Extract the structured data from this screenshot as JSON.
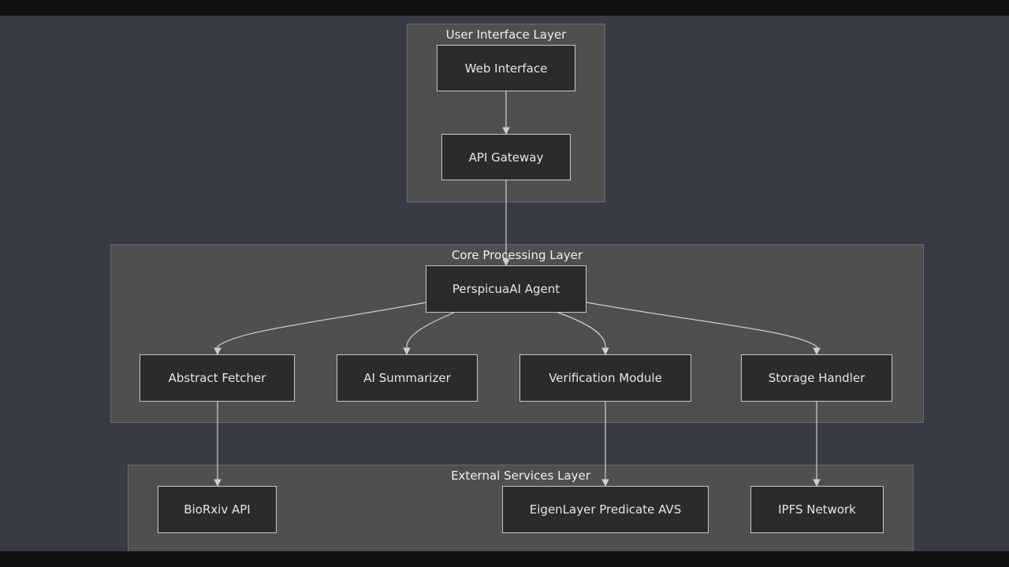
{
  "diagram": {
    "layers": {
      "ui": {
        "title": "User Interface Layer"
      },
      "core": {
        "title": "Core Processing Layer"
      },
      "external": {
        "title": "External Services Layer"
      }
    },
    "nodes": {
      "web_interface": "Web Interface",
      "api_gateway": "API Gateway",
      "agent": "PerspicuaAI Agent",
      "abstract_fetcher": "Abstract Fetcher",
      "ai_summarizer": "AI Summarizer",
      "verification_module": "Verification Module",
      "storage_handler": "Storage Handler",
      "biorxiv_api": "BioRxiv API",
      "eigenlayer_avs": "EigenLayer Predicate AVS",
      "ipfs_network": "IPFS Network"
    },
    "edges": [
      {
        "from": "web_interface",
        "to": "api_gateway"
      },
      {
        "from": "api_gateway",
        "to": "agent"
      },
      {
        "from": "agent",
        "to": "abstract_fetcher"
      },
      {
        "from": "agent",
        "to": "ai_summarizer"
      },
      {
        "from": "agent",
        "to": "verification_module"
      },
      {
        "from": "agent",
        "to": "storage_handler"
      },
      {
        "from": "abstract_fetcher",
        "to": "biorxiv_api"
      },
      {
        "from": "verification_module",
        "to": "eigenlayer_avs"
      },
      {
        "from": "storage_handler",
        "to": "ipfs_network"
      }
    ],
    "colors": {
      "background": "#383a46",
      "layer_fill": "#4f4f4f",
      "node_fill": "#2b2b2b",
      "node_border": "#c8c8c8",
      "edge": "#cfcfcf",
      "text": "#e6e6e6"
    }
  }
}
